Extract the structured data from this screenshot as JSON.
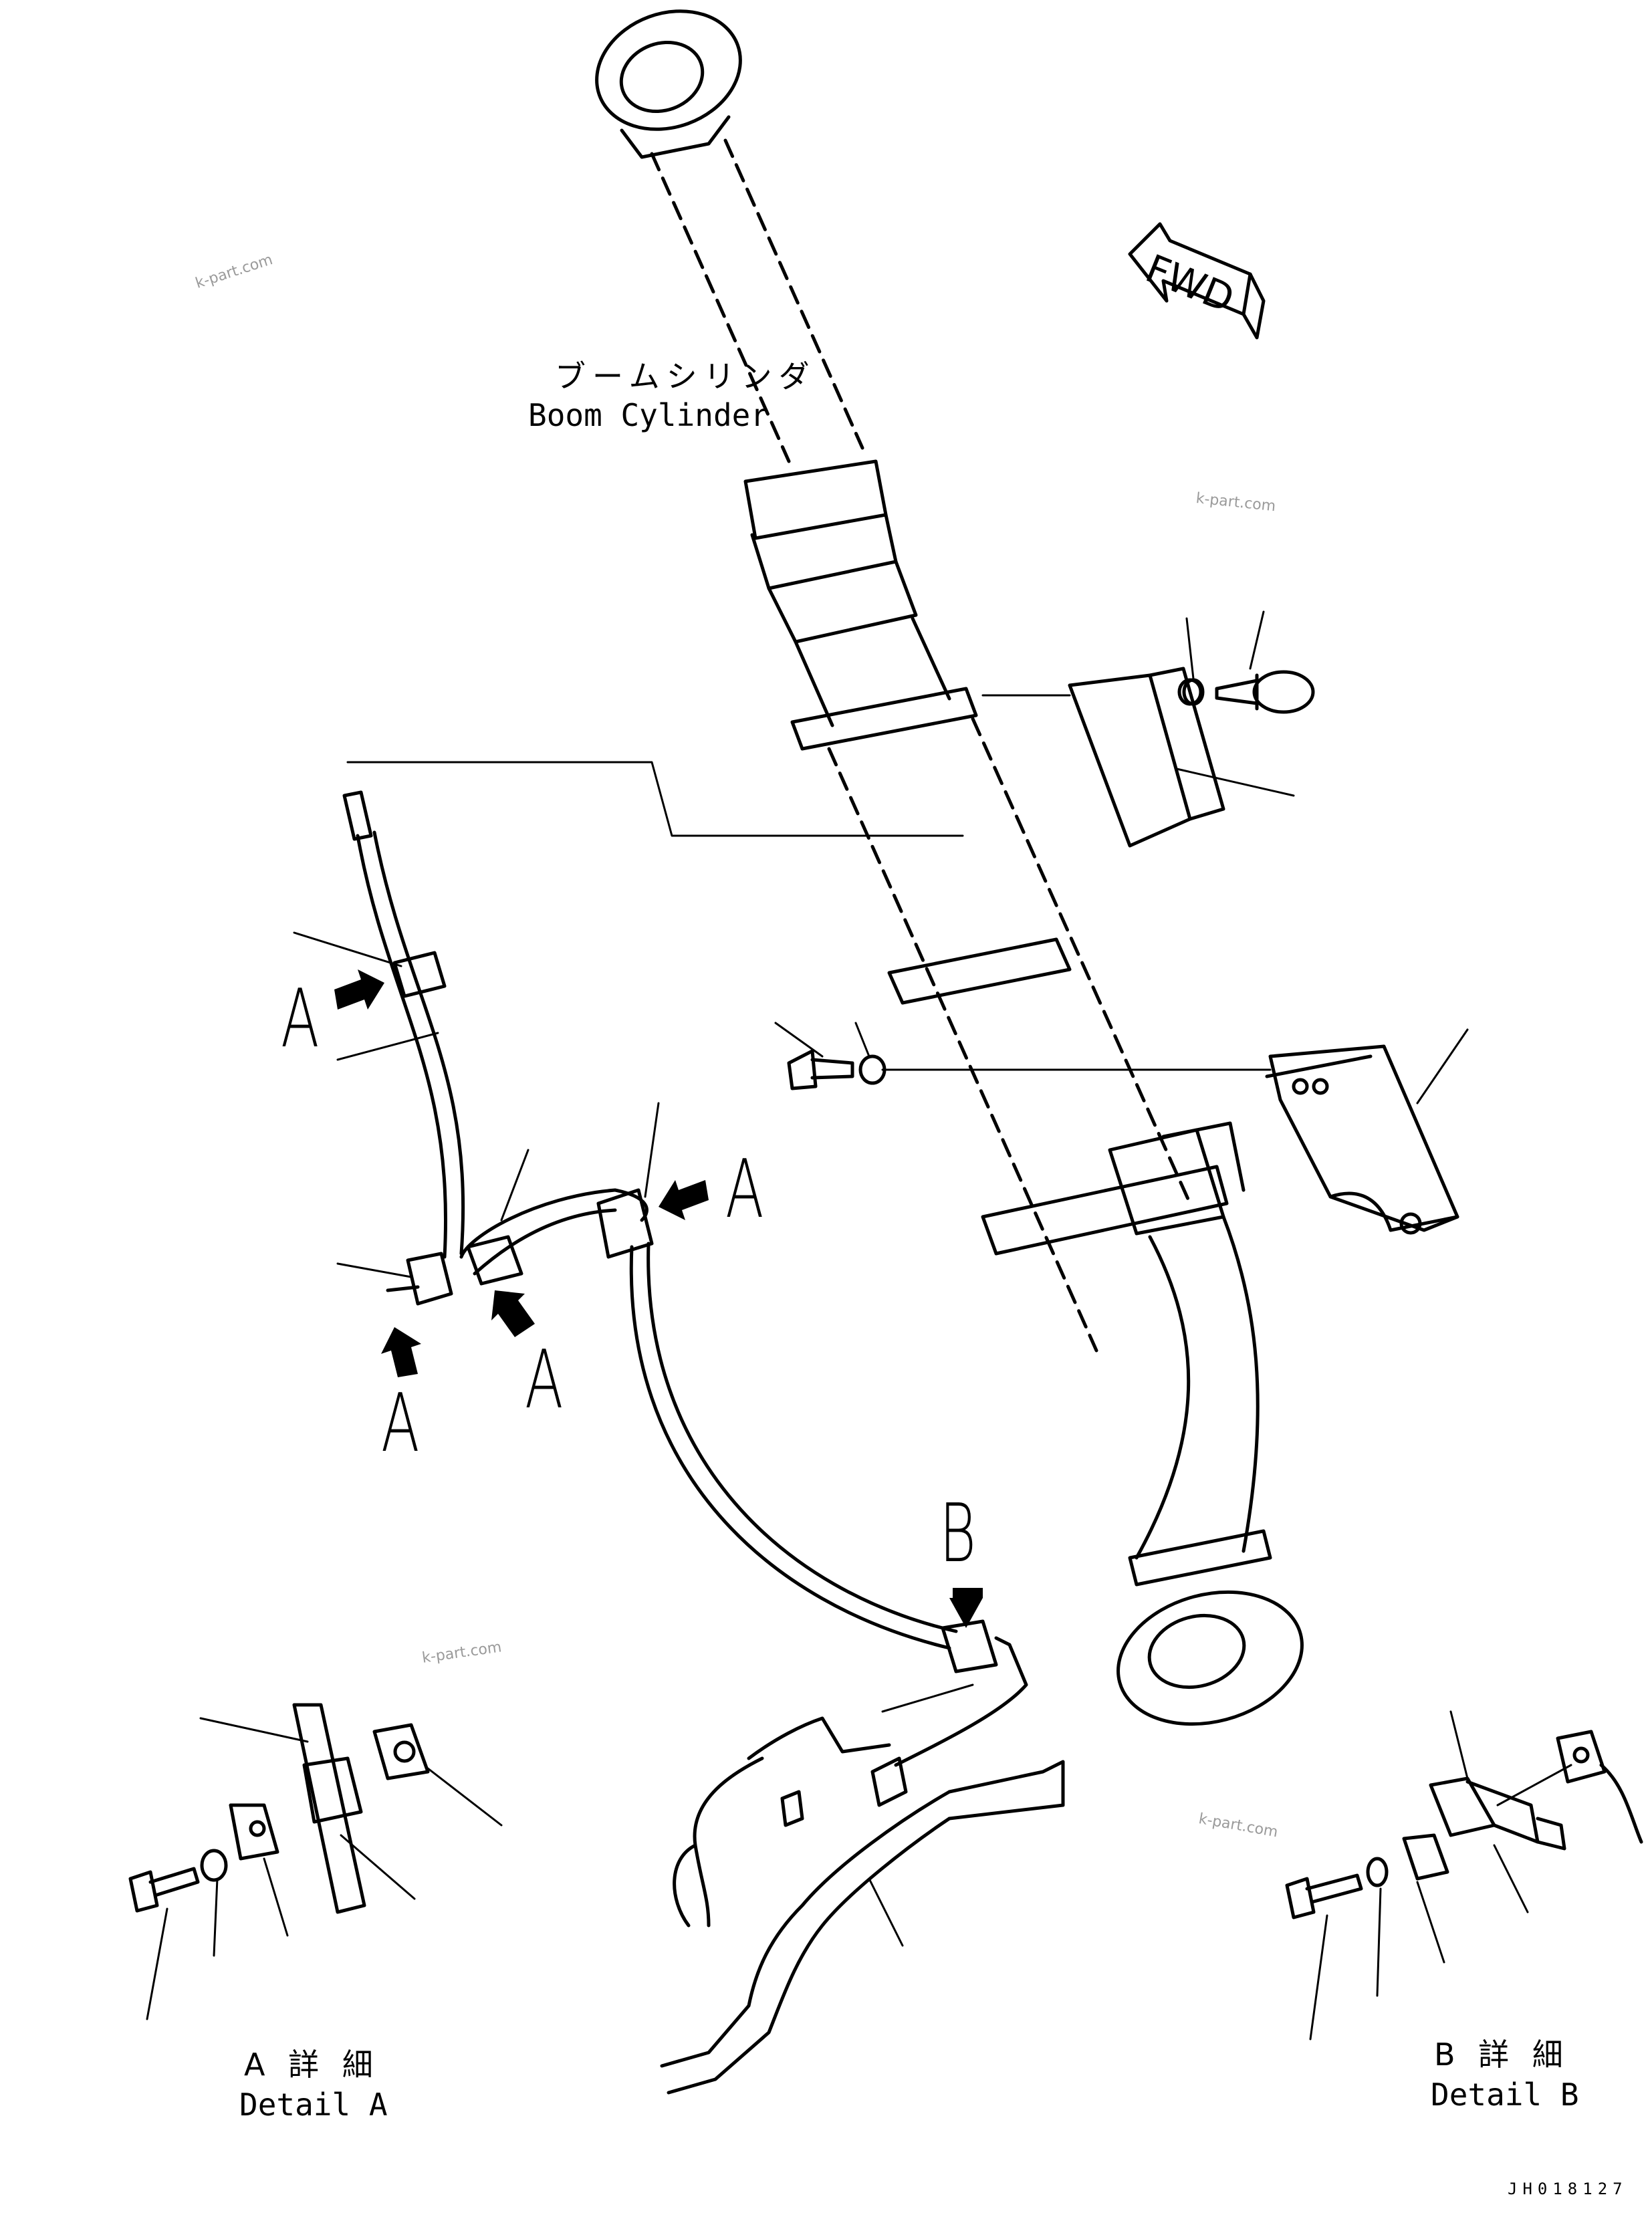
{
  "labels": {
    "boom_cylinder_jp": "ブームシリンダ",
    "boom_cylinder_en": "Boom Cylinder",
    "fwd": "FWD",
    "detail_a_jp": "A 詳 細",
    "detail_a_en": "Detail A",
    "detail_b_jp": "B 詳 細",
    "detail_b_en": "Detail B",
    "drawing_code": "JH018127"
  },
  "callouts": {
    "a1": "A",
    "a2": "A",
    "a3": "A",
    "a4": "A",
    "b1": "B"
  },
  "watermarks": {
    "w1": "k-part.com",
    "w2": "k-part.com",
    "w3": "k-part.com",
    "w4": "k-part.com"
  },
  "colors": {
    "line": "#000000",
    "watermark": "#9a9a9a",
    "background": "#ffffff"
  }
}
